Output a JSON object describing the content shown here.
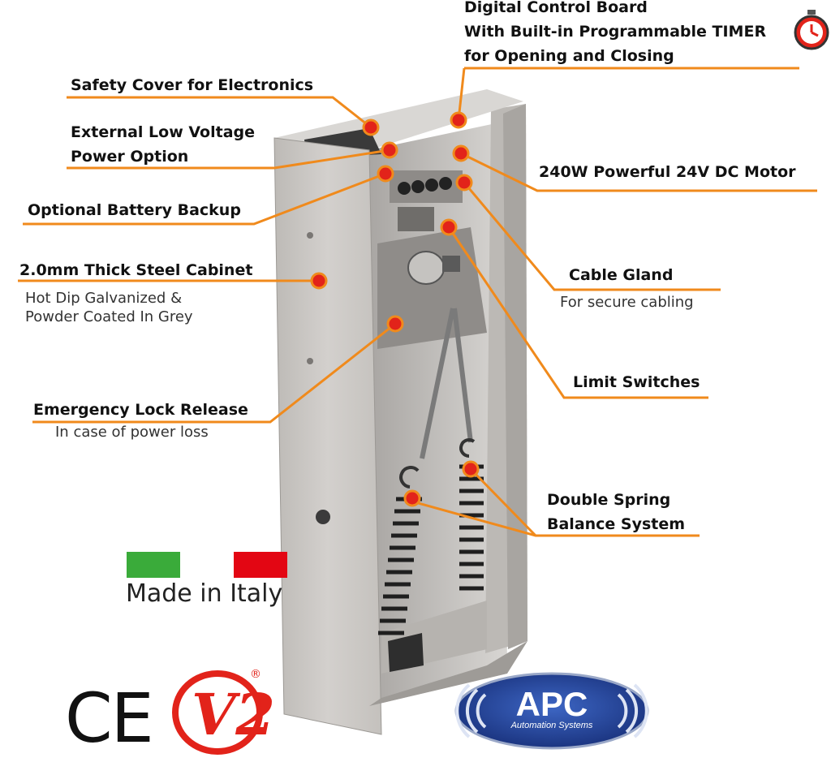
{
  "labels": {
    "digital_board": [
      "Digital Control Board",
      "With Built-in Programmable TIMER",
      "for Opening and Closing"
    ],
    "safety_cover": "Safety Cover for Electronics",
    "low_voltage": [
      "External Low Voltage",
      "Power Option"
    ],
    "battery": "Optional Battery Backup",
    "motor": "240W Powerful 24V DC Motor",
    "steel": "2.0mm Thick Steel Cabinet",
    "steel_sub": [
      "Hot Dip Galvanized &",
      "Powder Coated In Grey"
    ],
    "cable_gland": "Cable Gland",
    "cable_gland_sub": "For secure cabling",
    "limit": "Limit Switches",
    "emergency": "Emergency Lock Release",
    "emergency_sub": "In case of power loss",
    "spring": [
      "Double Spring",
      "Balance System"
    ]
  },
  "made_in": "Made in Italy",
  "logos": {
    "ce": "CE",
    "v2": "V2",
    "v2_reg": "®",
    "apc": "APC",
    "apc_sub": "Automation Systems"
  },
  "colors": {
    "accent": "#f08a1c",
    "dot": "#e2231a",
    "flag_green": "#3aab3a",
    "flag_red": "#e30613",
    "cabinet": "#c9c6c3",
    "apc_blue": "#1f3f8f"
  },
  "icons": [
    "stopwatch-icon"
  ]
}
